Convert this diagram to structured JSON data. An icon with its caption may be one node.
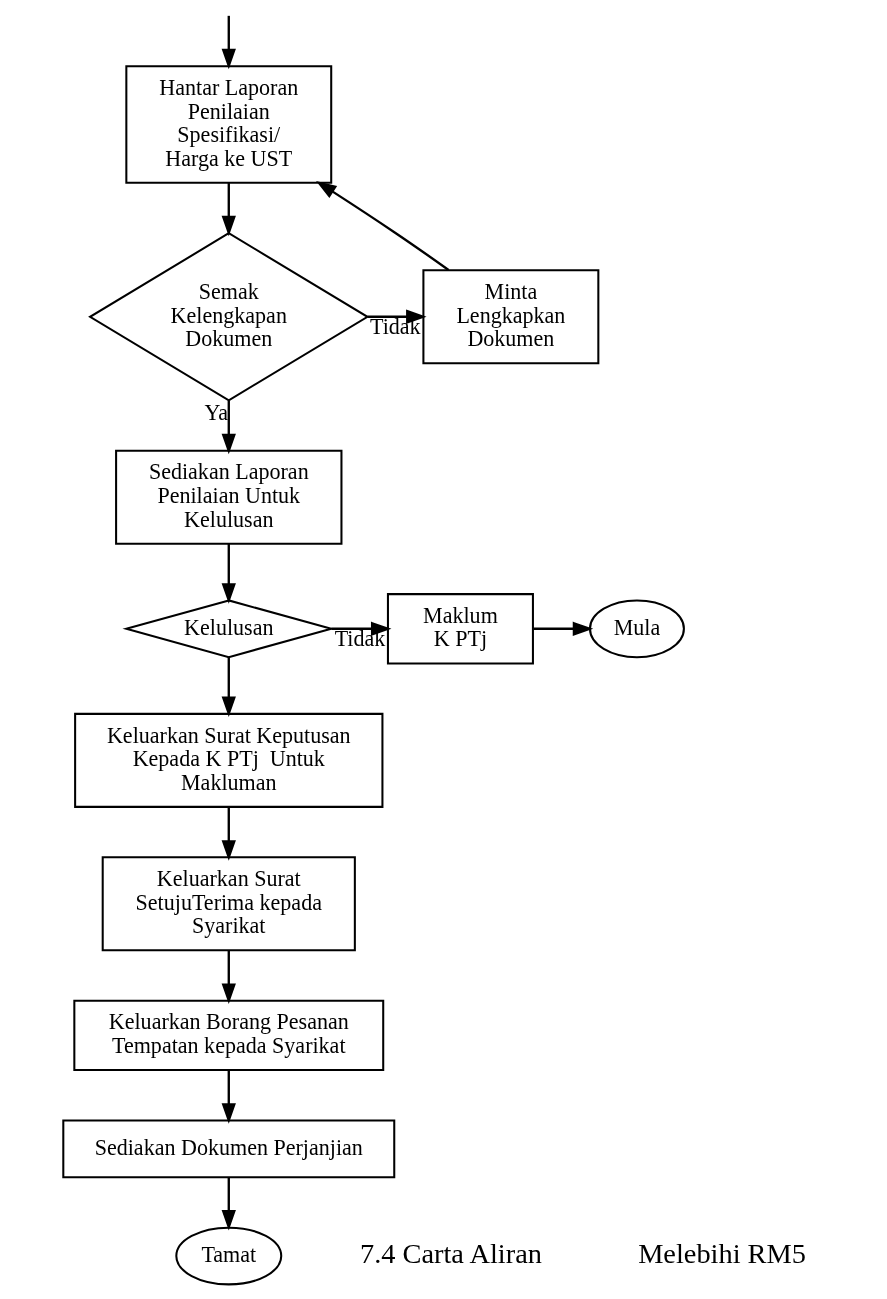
{
  "diagram": {
    "nodes": [
      {
        "text": [
          "Hantar Laporan Penilaian Spesifikasi/ Harga ke UST"
        ]
      },
      {
        "text": [
          "Semak Kelengkapan Dokumen"
        ]
      },
      {
        "text": [
          "Minta Lengkapkan Dokumen"
        ]
      },
      {
        "text": [
          "Sediakan Laporan Penilaian Untuk Kelulusan"
        ]
      },
      {
        "text": [
          "Kelulusan"
        ]
      },
      {
        "text": [
          "Maklum K PTj"
        ]
      },
      {
        "text": [
          "Mula"
        ]
      },
      {
        "text": [
          "Keluarkan Surat Keputusan Kepada K PTj  Untuk Makluman"
        ]
      },
      {
        "text": [
          "Keluarkan Surat SetujuTerima kepada Syarikat"
        ]
      },
      {
        "text": [
          "Keluarkan Borang Pesanan  Tempatan kepada Syarikat"
        ]
      },
      {
        "text": [
          "Sediakan Dokumen Perjanjian"
        ]
      },
      {
        "text": [
          "Tamat"
        ]
      }
    ],
    "edges": [
      {
        "from": null,
        "to": 0,
        "arrow": "to"
      },
      {
        "from": 0,
        "to": 1,
        "arrow": "to"
      },
      {
        "from": 1,
        "to": 2,
        "arrow": "to",
        "label": "Tidak"
      },
      {
        "from": 2,
        "to": 0,
        "arrow": "to"
      },
      {
        "from": 1,
        "to": 3,
        "arrow": "to",
        "label": "Ya"
      },
      {
        "from": 3,
        "to": 4,
        "arrow": "to"
      },
      {
        "from": 4,
        "to": 5,
        "arrow": "to",
        "label": "Tidak"
      },
      {
        "from": 5,
        "to": 6,
        "arrow": "to"
      },
      {
        "from": 4,
        "to": 7,
        "arrow": "to"
      },
      {
        "from": 7,
        "to": 8,
        "arrow": "to"
      },
      {
        "from": 8,
        "to": 9,
        "arrow": "to"
      },
      {
        "from": 9,
        "to": 10,
        "arrow": "to"
      },
      {
        "from": 10,
        "to": 11,
        "arrow": "to"
      }
    ],
    "labels": [
      "7.4 Carta Aliran",
      "Melebihi RM5"
    ]
  }
}
